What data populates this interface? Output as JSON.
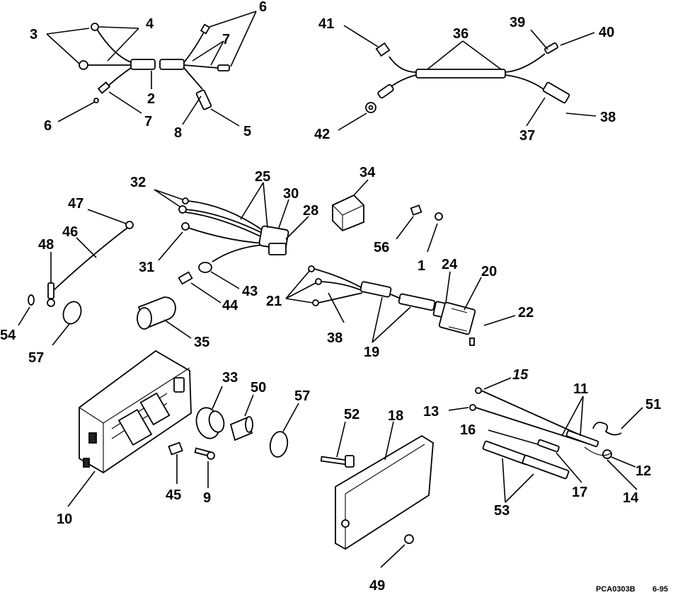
{
  "diagram": {
    "labels": {
      "l1": "1",
      "l2": "2",
      "l3": "3",
      "l4": "4",
      "l5": "5",
      "l6a": "6",
      "l6b": "6",
      "l7a": "7",
      "l7b": "7",
      "l8": "8",
      "l9": "9",
      "l10": "10",
      "l11": "11",
      "l12": "12",
      "l13": "13",
      "l14": "14",
      "l15": "15",
      "l16": "16",
      "l17": "17",
      "l18": "18",
      "l19": "19",
      "l20": "20",
      "l21": "21",
      "l22": "22",
      "l24": "24",
      "l25": "25",
      "l28": "28",
      "l30": "30",
      "l31": "31",
      "l32": "32",
      "l33": "33",
      "l34": "34",
      "l35": "35",
      "l36": "36",
      "l37": "37",
      "l38a": "38",
      "l38b": "38",
      "l39": "39",
      "l40": "40",
      "l41": "41",
      "l42": "42",
      "l43": "43",
      "l44": "44",
      "l45": "45",
      "l46": "46",
      "l47": "47",
      "l48": "48",
      "l49": "49",
      "l50": "50",
      "l51": "51",
      "l52": "52",
      "l53": "53",
      "l54": "54",
      "l56": "56",
      "l57a": "57",
      "l57b": "57"
    },
    "footer_code": "PCA0303B",
    "footer_date": "6-95"
  }
}
